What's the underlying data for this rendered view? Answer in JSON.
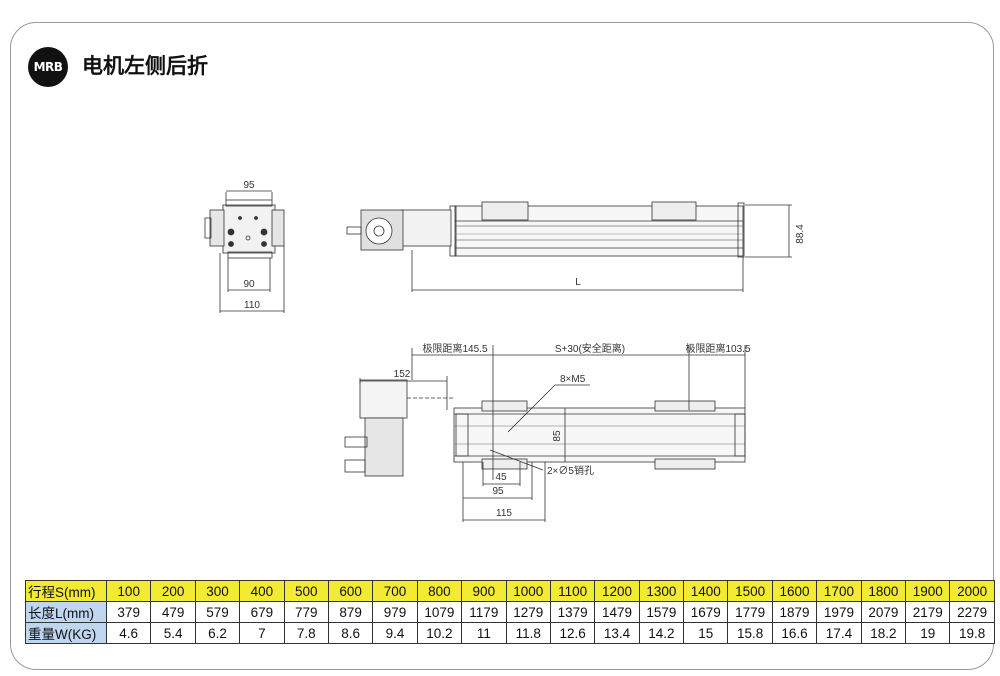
{
  "logo": {
    "text": "MRB"
  },
  "title": "电机左侧后折",
  "dimensions": {
    "end_top_width": "95",
    "end_base_width": "90",
    "end_total_width": "110",
    "side_height": "88.4",
    "side_length": "L",
    "limit_left": "极限距离145.5",
    "stroke_safe": "S+30(安全距离)",
    "limit_right": "极限距离103.5",
    "motor_offset": "152",
    "thread_holes": "8×M5",
    "body_width": "85",
    "pin_holes": "2×∅5销孔",
    "hole_pitch_45": "45",
    "hole_pitch_95": "95",
    "hole_pitch_115": "115"
  },
  "table": {
    "rows": [
      {
        "header": "行程S(mm)",
        "values": [
          "100",
          "200",
          "300",
          "400",
          "500",
          "600",
          "700",
          "800",
          "900",
          "1000",
          "1100",
          "1200",
          "1300",
          "1400",
          "1500",
          "1600",
          "1700",
          "1800",
          "1900",
          "2000"
        ]
      },
      {
        "header": "长度L(mm)",
        "values": [
          "379",
          "479",
          "579",
          "679",
          "779",
          "879",
          "979",
          "1079",
          "1179",
          "1279",
          "1379",
          "1479",
          "1579",
          "1679",
          "1779",
          "1879",
          "1979",
          "2079",
          "2179",
          "2279"
        ]
      },
      {
        "header": "重量W(KG)",
        "values": [
          "4.6",
          "5.4",
          "6.2",
          "7",
          "7.8",
          "8.6",
          "9.4",
          "10.2",
          "11",
          "11.8",
          "12.6",
          "13.4",
          "14.2",
          "15",
          "15.8",
          "16.6",
          "17.4",
          "18.2",
          "19",
          "19.8"
        ]
      }
    ]
  },
  "colors": {
    "header_row": "#f3ea33",
    "header_col": "#bfd6ee",
    "frame": "#9a9a9a"
  }
}
